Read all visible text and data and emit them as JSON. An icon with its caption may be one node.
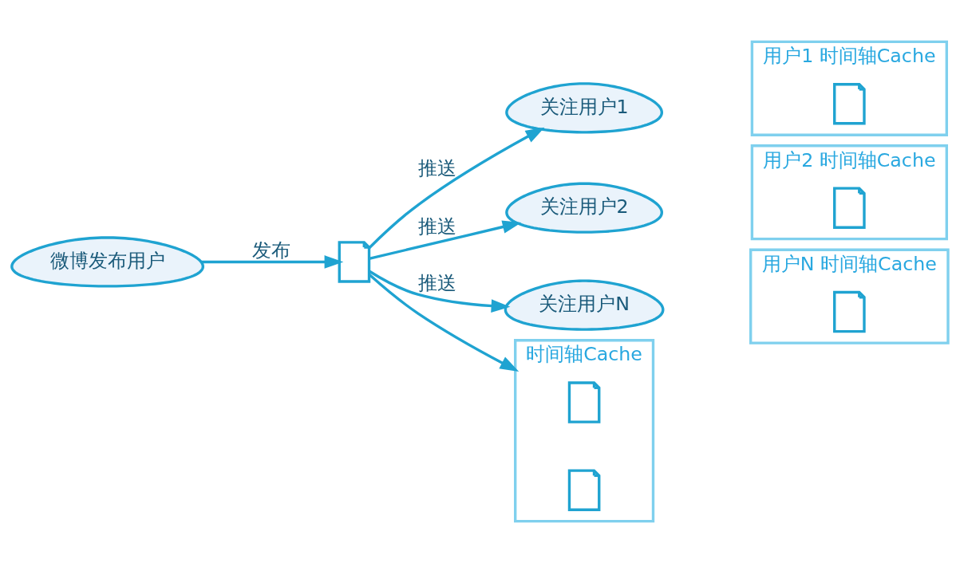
{
  "diagram": {
    "nodes": [
      {
        "text": [
          "微博发布用户"
        ]
      },
      {
        "text": [],
        "shape": "document"
      },
      {
        "text": [
          "关注用户1"
        ]
      },
      {
        "text": [
          "关注用户2"
        ]
      },
      {
        "text": [
          "关注用户N"
        ]
      },
      {
        "text": [
          "时间轴Cache"
        ]
      },
      {
        "text": [],
        "shape": "document",
        "in": 5
      },
      {
        "text": [],
        "shape": "document",
        "in": 5
      },
      {
        "text": [
          "用户1 时间轴Cache"
        ]
      },
      {
        "text": [],
        "shape": "document",
        "in": 8
      },
      {
        "text": [
          "用户2 时间轴Cache"
        ]
      },
      {
        "text": [],
        "shape": "document",
        "in": 10
      },
      {
        "text": [
          "用户N 时间轴Cache"
        ]
      },
      {
        "text": [],
        "shape": "document",
        "in": 12
      }
    ],
    "edges": [
      {
        "from": 0,
        "to": 1,
        "arrow": "to",
        "label": "发布"
      },
      {
        "from": 1,
        "to": 2,
        "arrow": "to",
        "label": "推送"
      },
      {
        "from": 1,
        "to": 3,
        "arrow": "to",
        "label": "推送"
      },
      {
        "from": 1,
        "to": 5,
        "arrow": "to"
      },
      {
        "from": 1,
        "to": 4,
        "arrow": "to",
        "label": "推送"
      }
    ]
  }
}
